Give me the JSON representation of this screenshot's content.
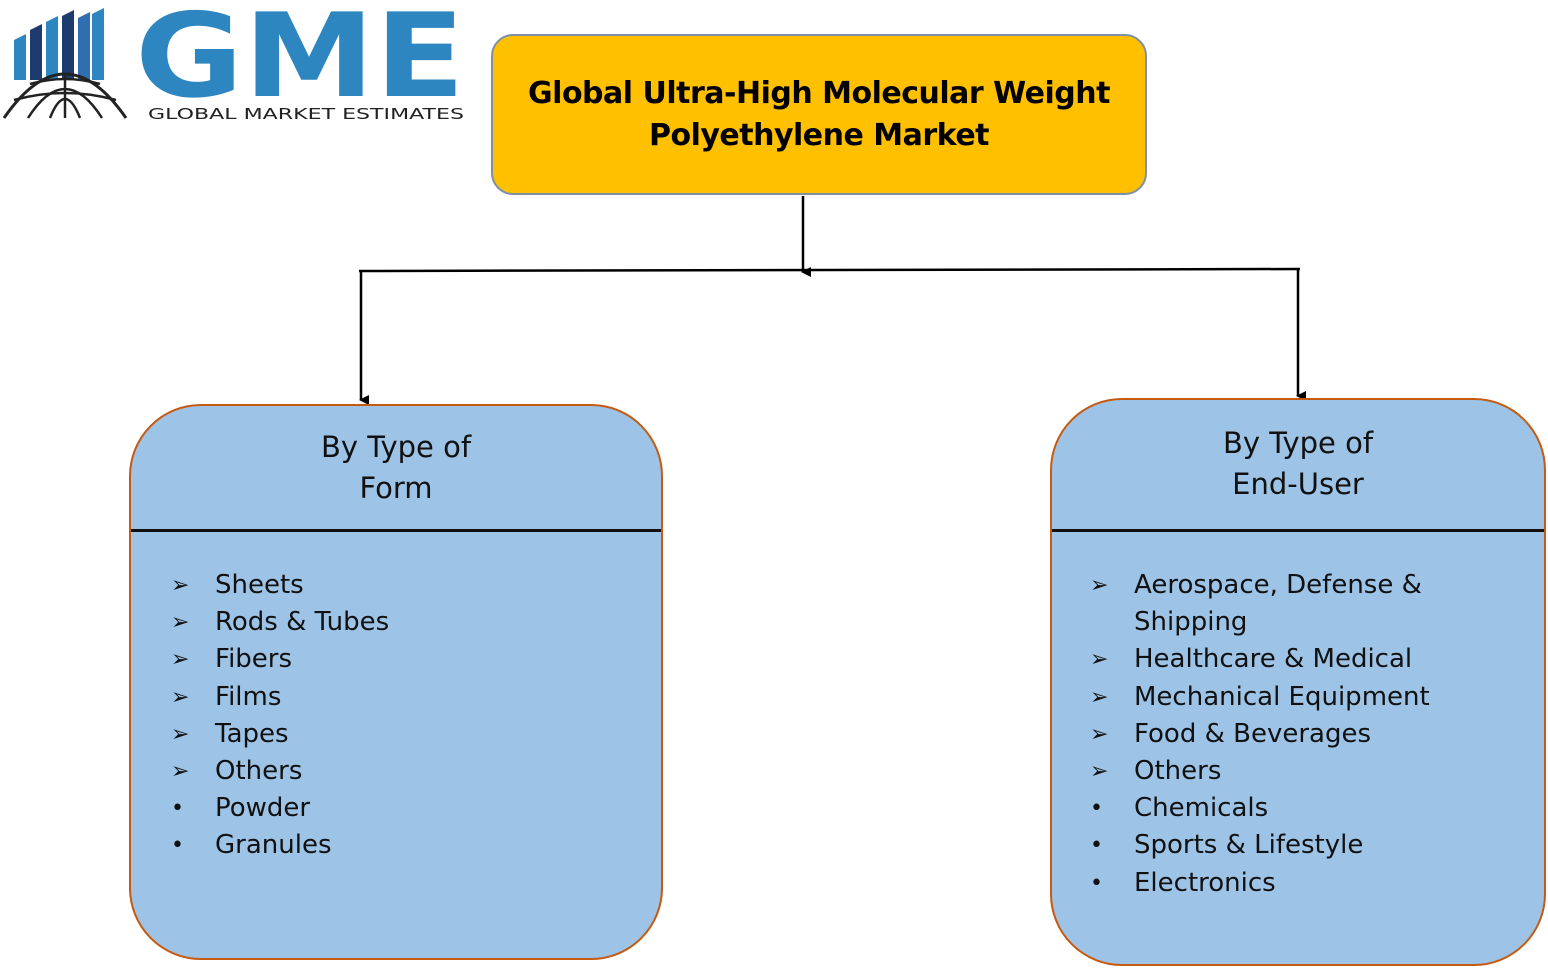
{
  "logo": {
    "icon": "globe-with-bar-chart-icon",
    "brand": "GME",
    "tagline": "GLOBAL MARKET ESTIMATES",
    "colors": {
      "brand_blue": "#2e86c1",
      "dark_navy": "#1f3a6e",
      "mid_blue": "#2f6fb0"
    }
  },
  "root": {
    "line1": "Global Ultra-High Molecular Weight",
    "line2": "Polyethylene Market",
    "color": "#ffc000"
  },
  "categories": {
    "form": {
      "title_line1": "By Type of",
      "title_line2": "Form",
      "items": [
        {
          "text": "Sheets",
          "marker": "arrow"
        },
        {
          "text": "Rods & Tubes",
          "marker": "arrow"
        },
        {
          "text": "Fibers",
          "marker": "arrow"
        },
        {
          "text": "Films",
          "marker": "arrow"
        },
        {
          "text": "Tapes",
          "marker": "arrow"
        },
        {
          "text": "Others",
          "marker": "arrow"
        },
        {
          "text": "Powder",
          "marker": "bullet"
        },
        {
          "text": "Granules",
          "marker": "bullet"
        }
      ]
    },
    "end_user": {
      "title_line1": "By Type of",
      "title_line2": "End-User",
      "items": [
        {
          "text": "Aerospace, Defense &",
          "marker": "arrow"
        },
        {
          "text": "Shipping",
          "marker": "none"
        },
        {
          "text": "Healthcare & Medical",
          "marker": "arrow"
        },
        {
          "text": "Mechanical Equipment",
          "marker": "arrow"
        },
        {
          "text": "Food & Beverages",
          "marker": "arrow"
        },
        {
          "text": "Others",
          "marker": "arrow"
        },
        {
          "text": "Chemicals",
          "marker": "bullet"
        },
        {
          "text": "Sports & Lifestyle",
          "marker": "bullet"
        },
        {
          "text": "Electronics",
          "marker": "bullet"
        }
      ]
    },
    "box_fill": "#9dc3e6",
    "box_border": "#c55a11"
  }
}
